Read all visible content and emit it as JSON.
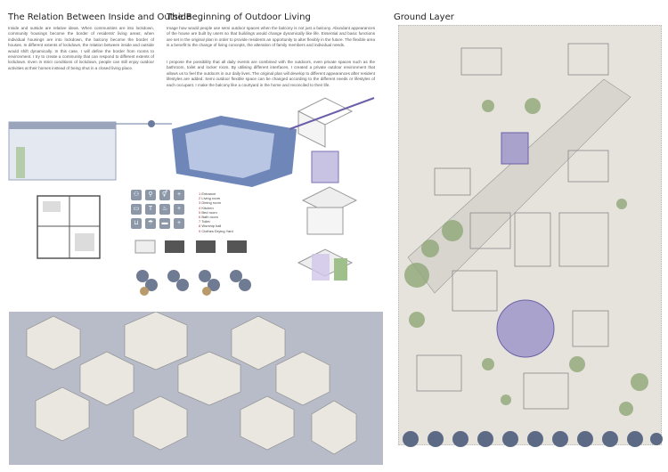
{
  "left_section": {
    "title": "The Relation Between Inside and Outside",
    "body": "Inside and outside are relative ideas. When communities are into lockdown, community housings become the border of residents' living areas; when individual housings are into lockdown, the balcony become the border of houses. In different extents of lockdown, the relation between inside and outside would shift dynamically. In this case, I will define the border from rooms to environment. I try to create a community that can respond to different extents of lockdown. Even in strict conditions of lockdown, people can still enjoy outdoor activities at their homes instead of being shut in a closed living place."
  },
  "middle_section": {
    "title": "The Beginning of Outdoor Living",
    "paragraph_1": "Image how would people use semi outdoor spaces when the balcony is not just a balcony. Abundant appearances of the house are built by users so that buildings would change dynamically like life. Essential and basic functions are set in the original plan in order to provide residents an opportunity to alter flexibly in the future. The flexible area is a benefit to the change of living concepts, the alteration of family members and individual needs.",
    "paragraph_2": "I propose the possibility that all daily events are combined with the outdoors, even private spaces such as the bathroom, toilet and locker room. By utilising different interfaces, I created a private outdoor environment that allows us to feel the outdoors in our daily lives. The original plan will develop to different appearances after resident lifestyles are added. Semi outdoor flexible space can be changed according to the different needs or lifestyles of each occupant. I make the balcony like a courtyard in the home and reconciled to their life."
  },
  "legend": [
    {
      "n": "1",
      "label": "Entrance"
    },
    {
      "n": "2",
      "label": "Living room"
    },
    {
      "n": "3",
      "label": "Dining room"
    },
    {
      "n": "4",
      "label": "Kitchen"
    },
    {
      "n": "5",
      "label": "Bed room"
    },
    {
      "n": "6",
      "label": "Bath room"
    },
    {
      "n": "7",
      "label": "Toilet"
    },
    {
      "n": "8",
      "label": "Worship hall"
    },
    {
      "n": "9",
      "label": "Clothes Drying Yard"
    }
  ],
  "right_section": {
    "title": "Ground Layer"
  },
  "colors": {
    "accent_purple": "#a9a2cc",
    "panel_gray": "#b7bcc8",
    "icon_blue": "#8c97a8",
    "plan_bg": "#e6e2dc",
    "green": "#8fa878"
  }
}
